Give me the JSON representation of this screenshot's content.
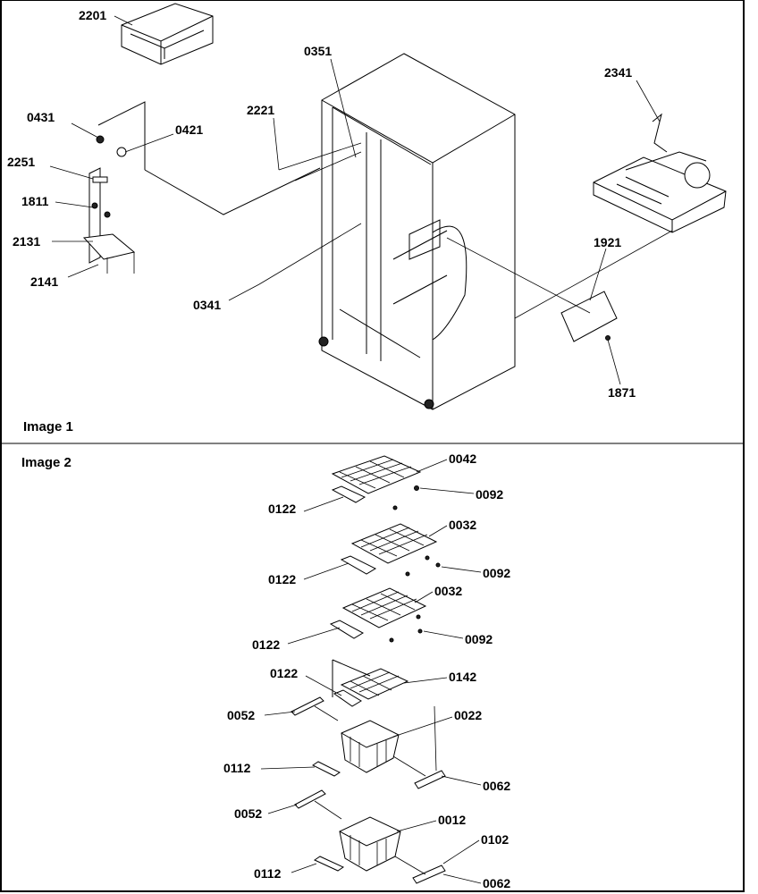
{
  "captions": {
    "image1": "Image 1",
    "image2": "Image 2"
  },
  "labels1": {
    "p2201": "2201",
    "p0351": "0351",
    "p2341": "2341",
    "p0431": "0431",
    "p0421": "0421",
    "p2221": "2221",
    "p2251": "2251",
    "p1811": "1811",
    "p2131": "2131",
    "p2141": "2141",
    "p0341": "0341",
    "p1921": "1921",
    "p1871": "1871"
  },
  "labels2": {
    "p0042": "0042",
    "p0092a": "0092",
    "p0122a": "0122",
    "p0032a": "0032",
    "p0092b": "0092",
    "p0122b": "0122",
    "p0032b": "0032",
    "p0092c": "0092",
    "p0122c": "0122",
    "p0122d": "0122",
    "p0142": "0142",
    "p0052a": "0052",
    "p0022": "0022",
    "p0112a": "0112",
    "p0062a": "0062",
    "p0052b": "0052",
    "p0012": "0012",
    "p0102": "0102",
    "p0112b": "0112",
    "p0062b": "0062"
  }
}
